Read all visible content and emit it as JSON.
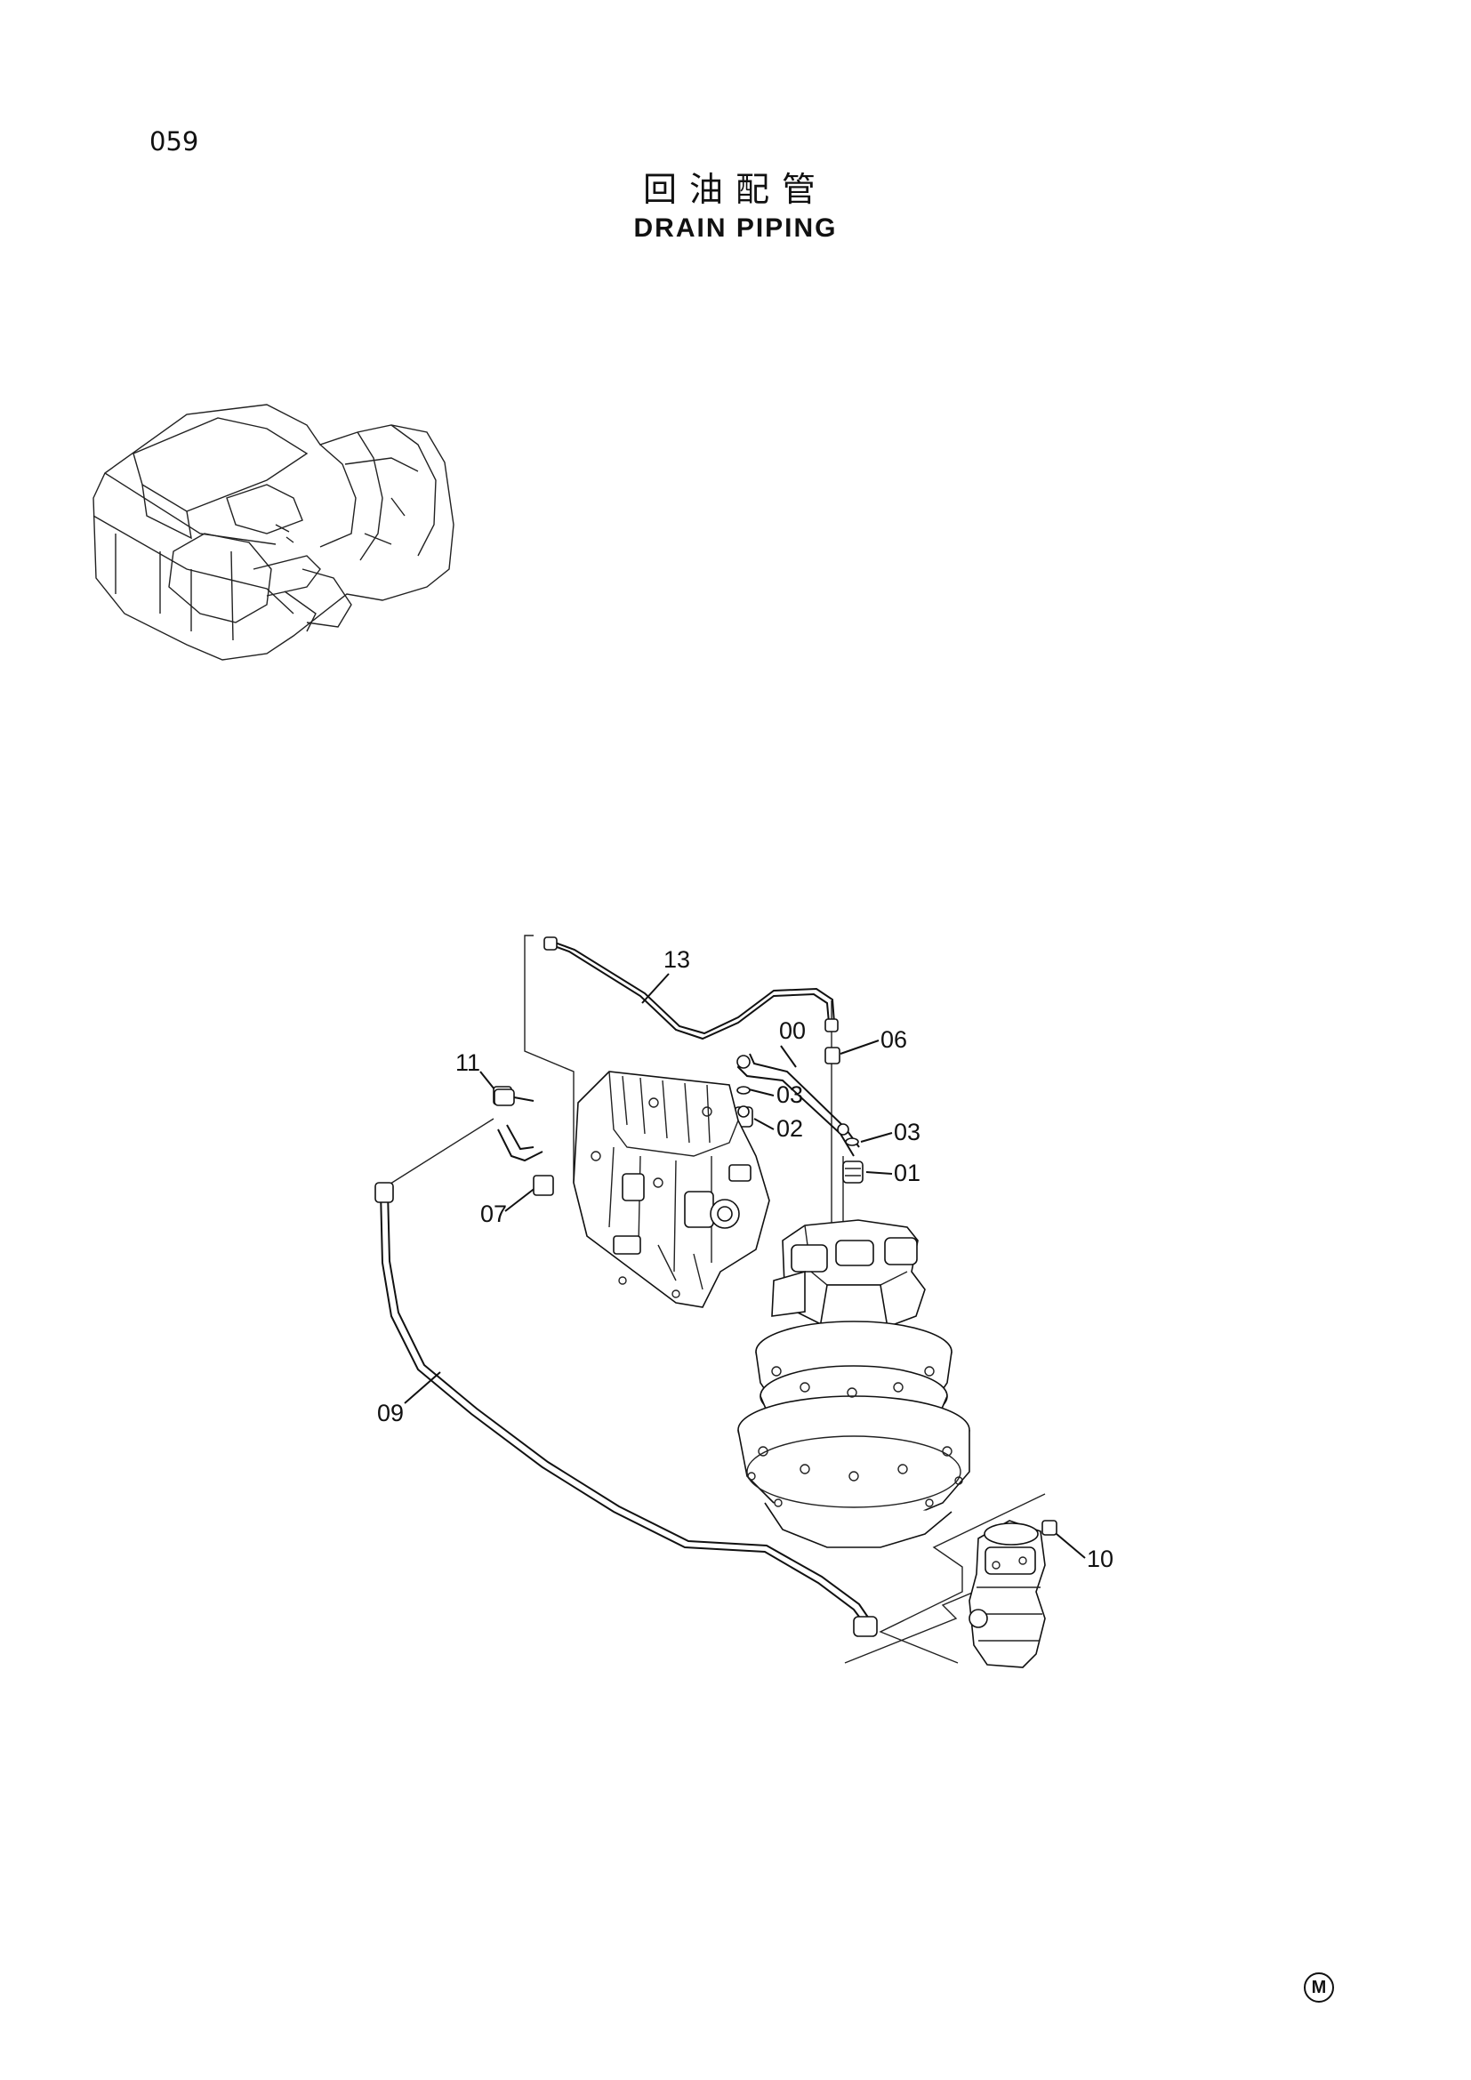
{
  "page": {
    "number": "059",
    "title_cn": "回油配管",
    "title_en": "DRAIN PIPING"
  },
  "callouts": {
    "c13": "13",
    "c00": "00",
    "c06": "06",
    "c11": "11",
    "c03a": "03",
    "c02": "02",
    "c03b": "03",
    "c01": "01",
    "c07": "07",
    "c09": "09",
    "c10": "10"
  },
  "footer": {
    "mark": "M"
  }
}
